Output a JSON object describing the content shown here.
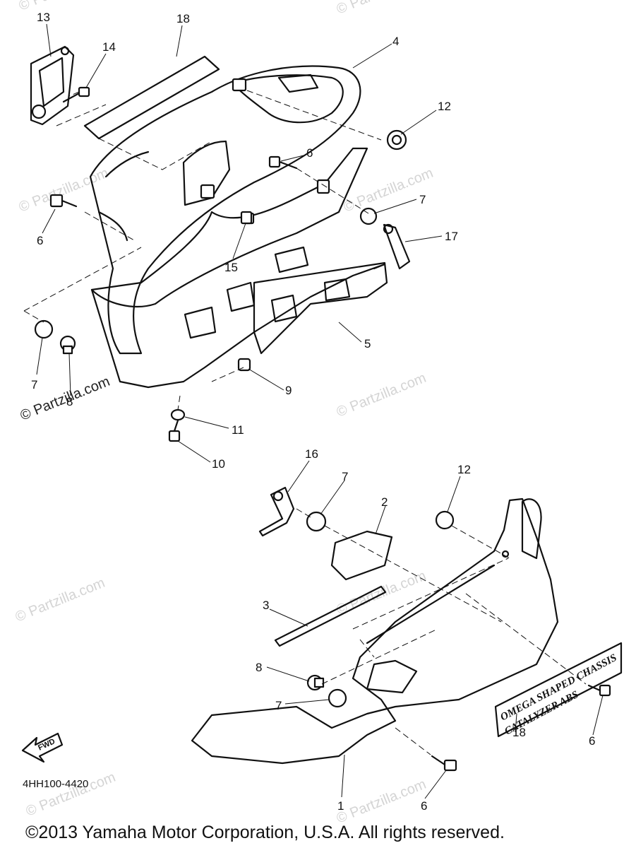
{
  "callouts": {
    "c13": "13",
    "c18a": "18",
    "c14": "14",
    "c4": "4",
    "c12a": "12",
    "c6a": "6",
    "c6b": "6",
    "c7a": "7",
    "c17": "17",
    "c15": "15",
    "c5": "5",
    "c7b": "7",
    "c8a": "8",
    "c9": "9",
    "c11": "11",
    "c10": "10",
    "c16": "16",
    "c7c": "7",
    "c2": "2",
    "c12b": "12",
    "c3": "3",
    "c8b": "8",
    "c7d": "7",
    "c18b": "18",
    "c6c": "6",
    "c1": "1",
    "c6d": "6"
  },
  "watermark": {
    "text": "© Partzilla.com"
  },
  "emblem": {
    "line1": "OMEGA SHAPED CHASSIS",
    "line2": "CATALYZER ABS"
  },
  "fwd_label": "FWD",
  "diagram_code": "4HH100-4420",
  "copyright": "©2013 Yamaha Motor Corporation, U.S.A. All rights reserved."
}
